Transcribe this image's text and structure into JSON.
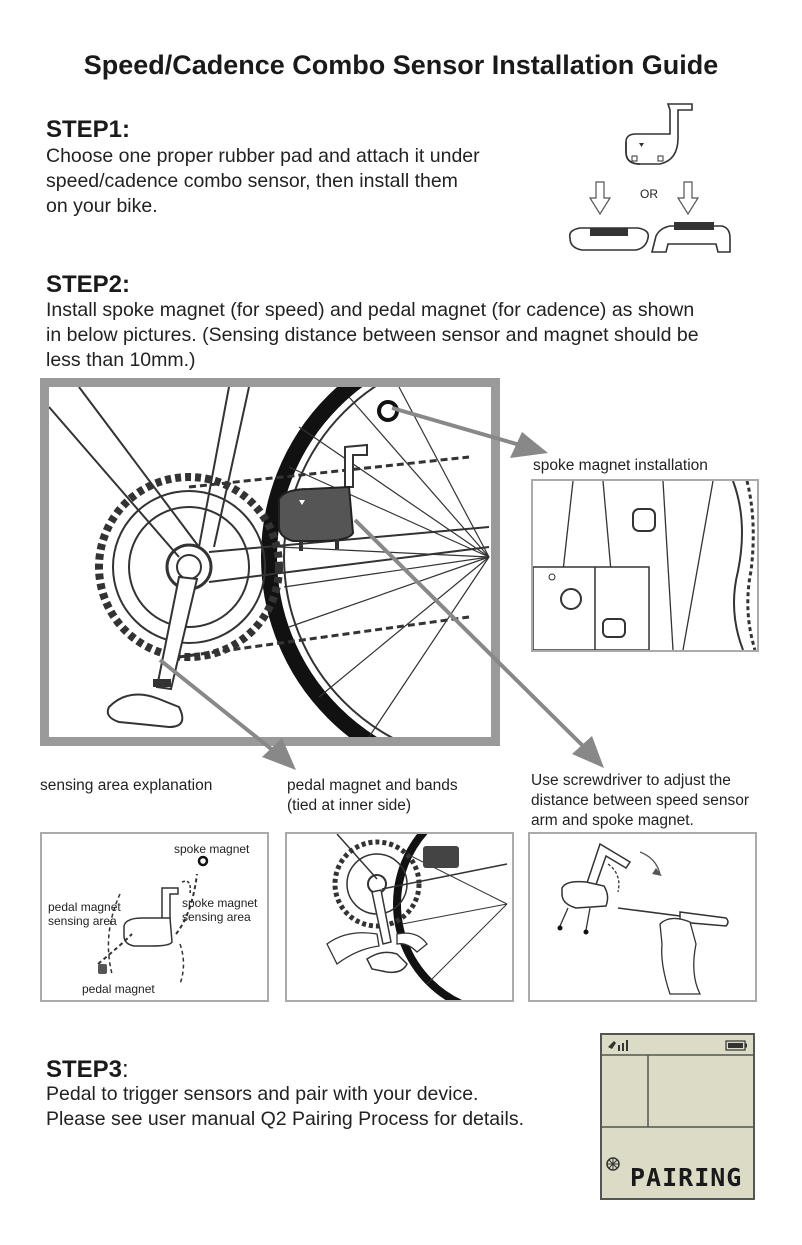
{
  "title": "Speed/Cadence Combo Sensor Installation Guide",
  "step1": {
    "heading": "STEP1:",
    "lines": [
      "Choose one proper rubber pad and attach it under",
      "speed/cadence combo sensor, then install them",
      "on your bike."
    ],
    "or_label": "OR"
  },
  "step2": {
    "heading": "STEP2:",
    "lines": [
      "Install spoke magnet (for speed) and pedal magnet (for cadence) as shown",
      "in below pictures. (Sensing distance between sensor and magnet should be",
      "less than 10mm.)"
    ],
    "spoke_install_label": "spoke magnet installation",
    "captions": {
      "sensing_area": "sensing area explanation",
      "pedal_magnet": [
        "pedal magnet and bands",
        "(tied at inner side)"
      ],
      "screwdriver": [
        "Use screwdriver to adjust the",
        "distance between speed sensor",
        "arm and spoke magnet."
      ]
    },
    "sensing_diagram": {
      "spoke_magnet": "spoke magnet",
      "spoke_area": [
        "spoke magnet",
        "sensing area"
      ],
      "pedal_area": [
        "pedal magnet",
        "sensing area"
      ],
      "pedal_magnet": "pedal magnet"
    }
  },
  "step3": {
    "heading": "STEP3",
    "heading_suffix": ":",
    "lines": [
      "Pedal to trigger sensors and pair with your device.",
      "Please see user manual Q2 Pairing Process for details."
    ],
    "device_screen_text": "PAIRING"
  }
}
